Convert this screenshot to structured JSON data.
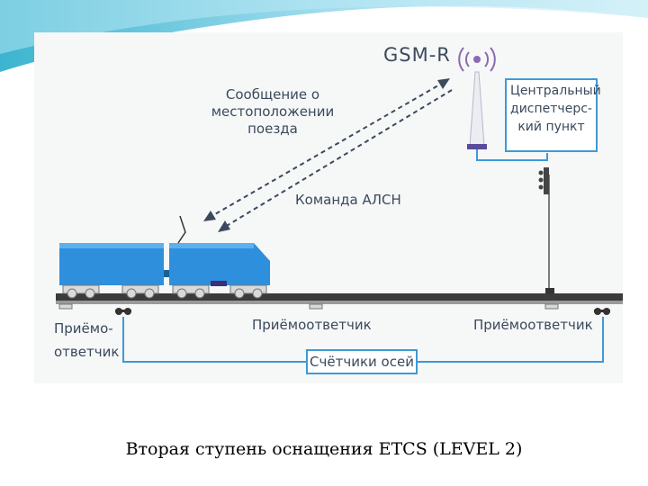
{
  "diagram": {
    "gsm_label": "GSM-R",
    "message_label": "Сообщение о\nместоположении\nпоезда",
    "command_label": "Команда АЛСН",
    "dispatcher_label": "Центральный\nдиспетчерс-\nкий пункт",
    "transponder_left_label": "Приёмо-\nответчик",
    "transponder_mid_label": "Приёмоответчик",
    "transponder_right_label": "Приёмоответчик",
    "axle_counters_label": "Счётчики осей"
  },
  "caption": "Вторая ступень оснащения ETCS (LEVEL 2)",
  "colors": {
    "train": "#2e8fdc",
    "lines": "#3d9ad6",
    "text": "#3a4a5c",
    "track": "#3b3b3b"
  }
}
